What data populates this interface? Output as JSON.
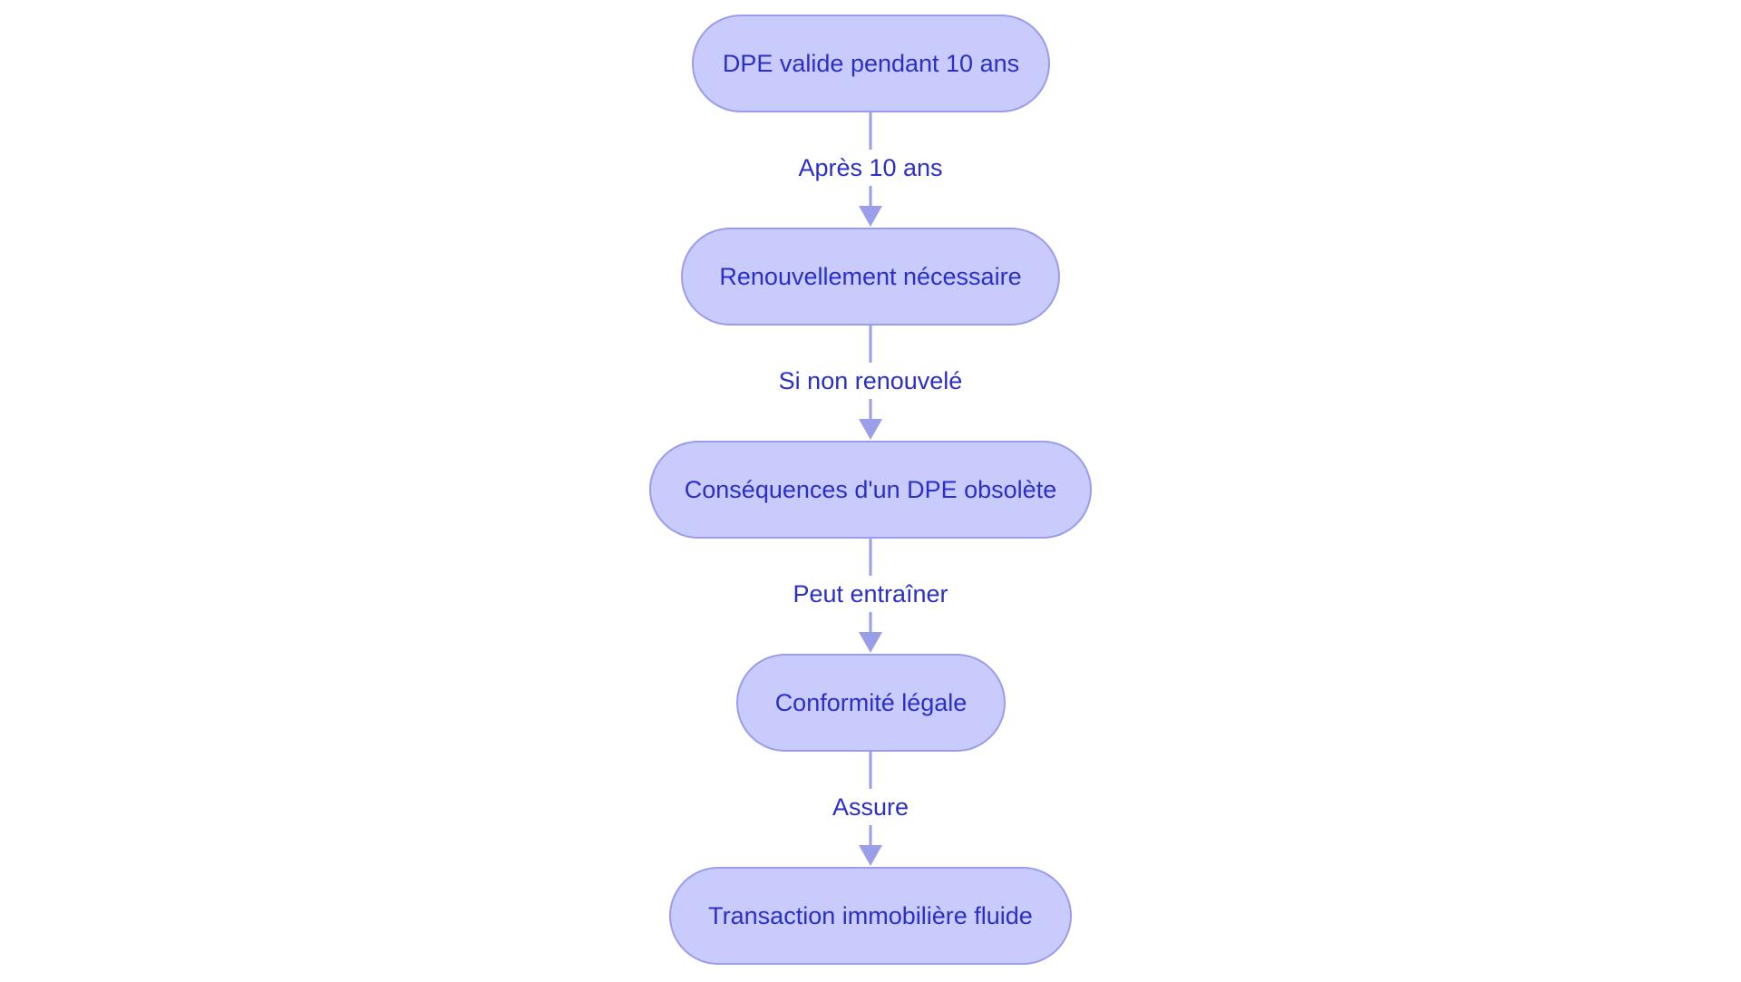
{
  "colors": {
    "node_fill": "#c9cbfd",
    "node_border": "#9a9cec",
    "text": "#2b2fc9",
    "edge": "#9a9ee8"
  },
  "nodes": [
    {
      "id": "valid",
      "label": "DPE valide pendant 10 ans"
    },
    {
      "id": "renewal",
      "label": "Renouvellement nécessaire"
    },
    {
      "id": "consequences",
      "label": "Conséquences d'un DPE obsolète"
    },
    {
      "id": "compliance",
      "label": "Conformité légale"
    },
    {
      "id": "transaction",
      "label": "Transaction immobilière fluide"
    }
  ],
  "edges": [
    {
      "from": "valid",
      "to": "renewal",
      "label": "Après 10 ans"
    },
    {
      "from": "renewal",
      "to": "consequences",
      "label": "Si non renouvelé"
    },
    {
      "from": "consequences",
      "to": "compliance",
      "label": "Peut entraîner"
    },
    {
      "from": "compliance",
      "to": "transaction",
      "label": "Assure"
    }
  ]
}
